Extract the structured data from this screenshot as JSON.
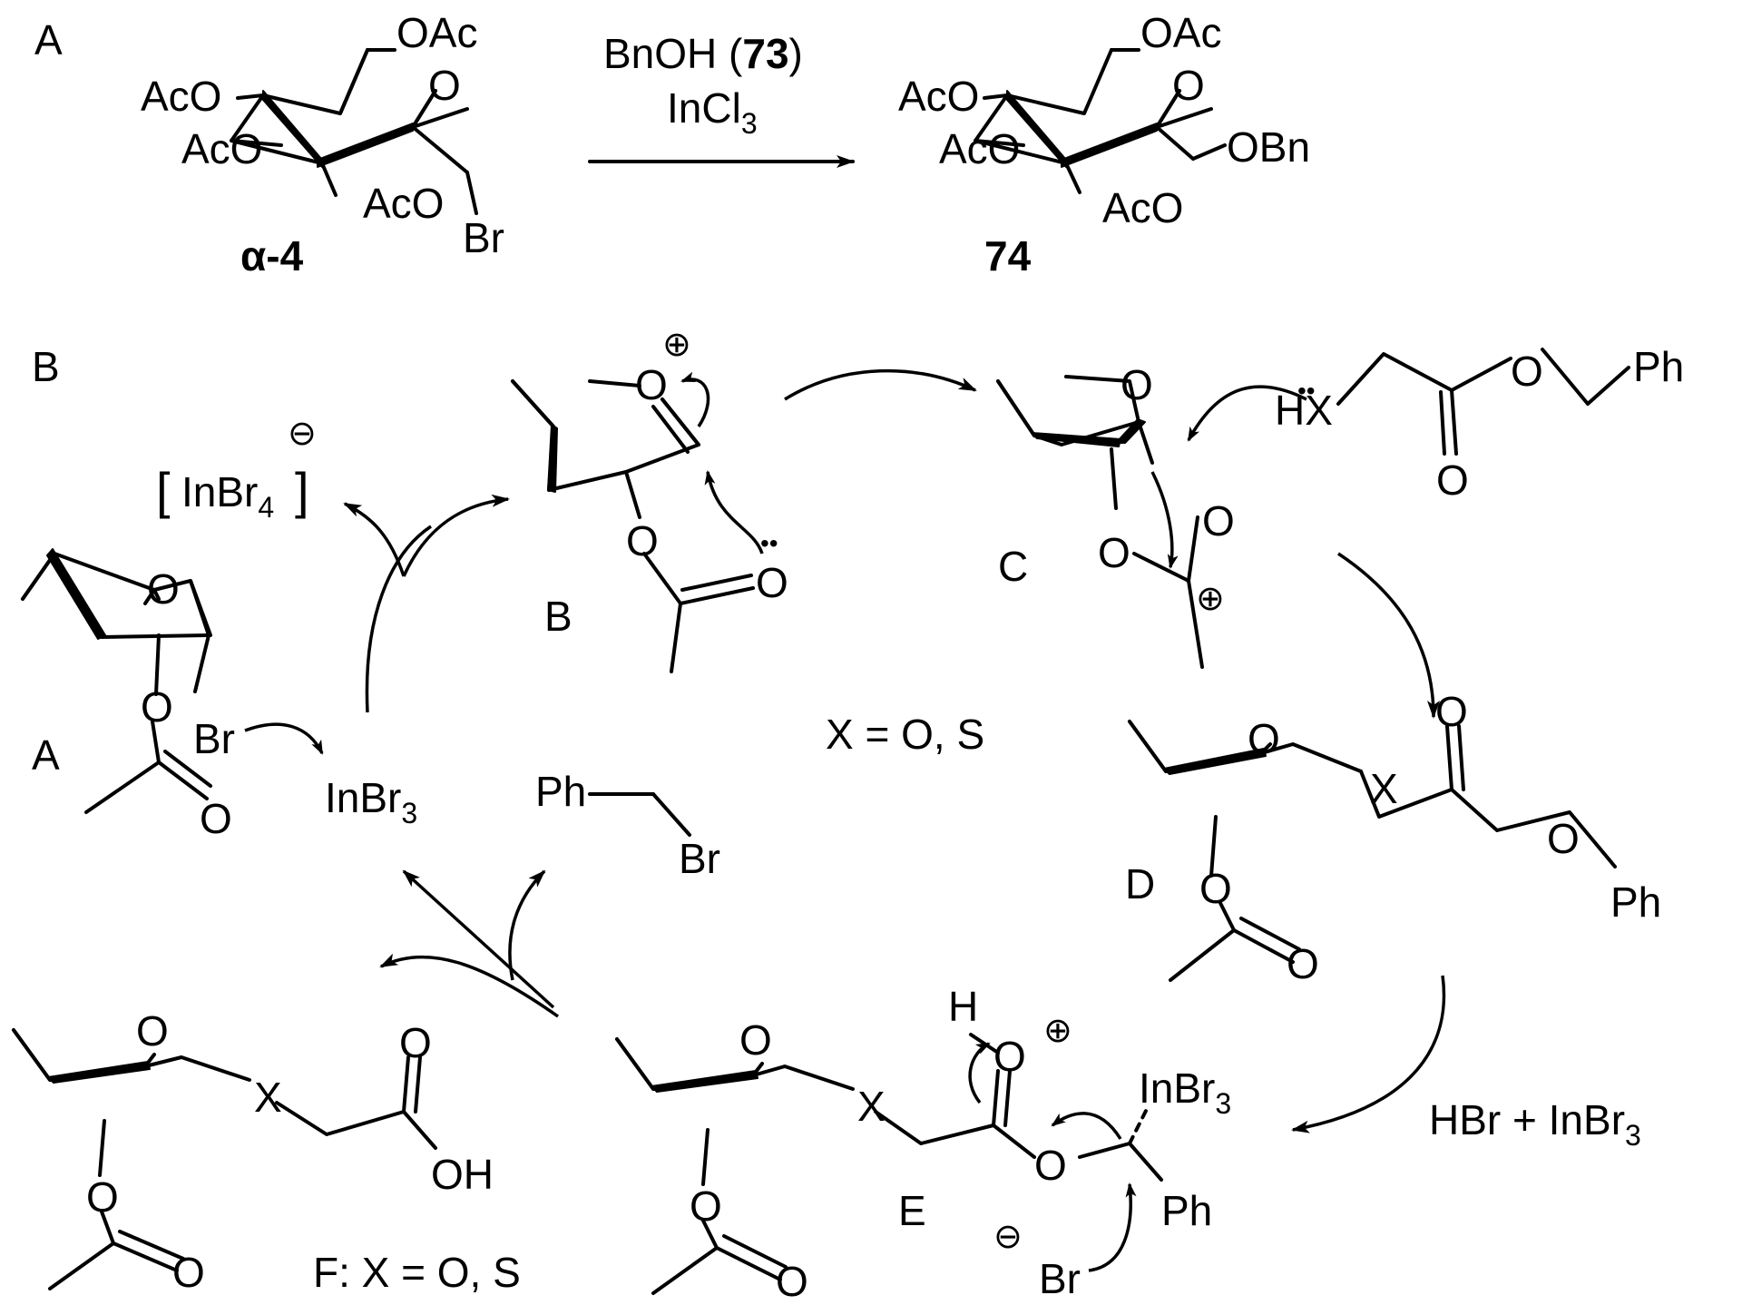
{
  "panel_a": {
    "label": "A",
    "reactant": {
      "id": "α-4",
      "substituents": {
        "c6": "OAc",
        "c4": "AcO",
        "c3": "AcO",
        "c2": "AcO",
        "ring_o": "O",
        "anomeric": "Br"
      }
    },
    "conditions": {
      "reagent_name": "BnOH (",
      "reagent_num": "73",
      "reagent_close": ")",
      "catalyst": "InCl",
      "catalyst_sub": "3"
    },
    "product": {
      "id": "74",
      "substituents": {
        "c6": "OAc",
        "c4": "AcO",
        "c3": "AcO",
        "c2": "AcO",
        "ring_o": "O",
        "anomeric": "OBn"
      }
    }
  },
  "panel_b": {
    "label": "B",
    "inbr4": {
      "text": "InBr",
      "sub": "4",
      "charge": "⊖"
    },
    "A": {
      "label": "A",
      "ring_o": "O",
      "ester_o": "O",
      "carbonyl_o": "O",
      "leaving": "Br"
    },
    "B": {
      "label": "B",
      "oxocarbenium": "O",
      "charge": "⊕",
      "ester_o": "O",
      "carbonyl_o": "O",
      "lone_pair": "••"
    },
    "C": {
      "label": "C",
      "ring_o": "O",
      "o1": "O",
      "o2": "O",
      "charge": "⊕"
    },
    "nucleophile": {
      "hx": "HX",
      "lone_pair": "••",
      "ester_o": "O",
      "carbonyl_o": "O",
      "ph": "Ph"
    },
    "x_eq": "X = O, S",
    "D": {
      "label": "D",
      "ring_o": "O",
      "x": "X",
      "ester_o": "O",
      "carbonyl_o": "O",
      "acetyl_o": "O",
      "acetyl_co": "O",
      "ph": "Ph"
    },
    "inbr3": {
      "text": "InBr",
      "sub": "3"
    },
    "benzyl_bromide": {
      "ph": "Ph",
      "br": "Br"
    },
    "hbr": {
      "text": "HBr + InBr",
      "sub": "3"
    },
    "E": {
      "label": "E",
      "ring_o": "O",
      "x": "X",
      "h": "H",
      "oxonium": "O",
      "charge": "⊕",
      "ester_o": "O",
      "inbr3_text": "InBr",
      "inbr3_sub": "3",
      "ph": "Ph",
      "br_charge": "⊖",
      "br": "Br",
      "acetyl_o": "O",
      "acetyl_co": "O"
    },
    "F": {
      "label": "F: X = O, S",
      "ring_o": "O",
      "x": "X",
      "carbonyl_o": "O",
      "oh": "OH",
      "acetyl_o": "O",
      "acetyl_co": "O"
    }
  }
}
